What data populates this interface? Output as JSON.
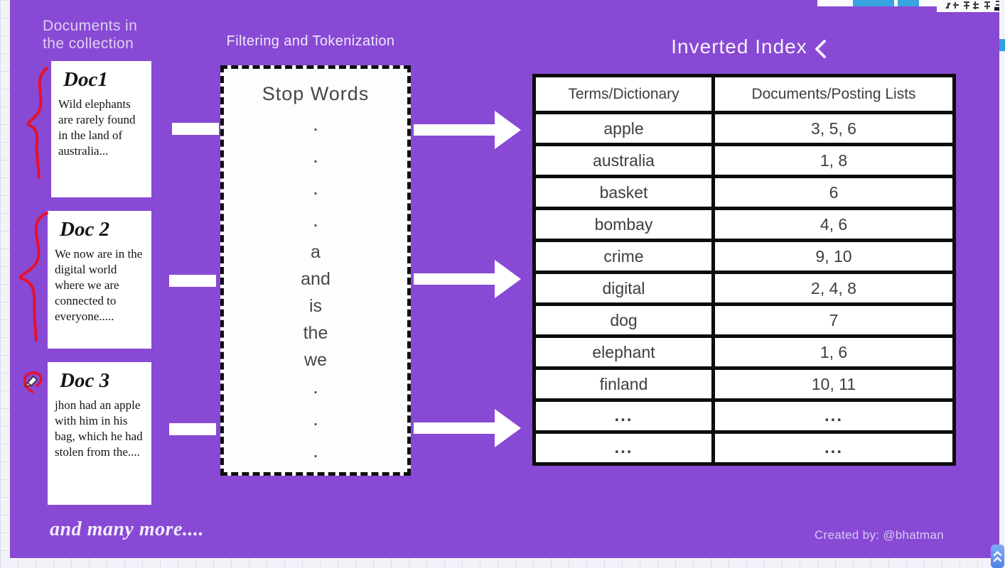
{
  "colors": {
    "slide_background": "#8849d4",
    "annotation_red": "#e8102a",
    "table_text": "#3e3e3e",
    "light_heading_text": "#dcd1f2",
    "background_tab_blue": "#38a3e0",
    "scroll_button_blue": "#5e97ea"
  },
  "left_panel": {
    "heading_line1": "Documents in",
    "heading_line2": "the collection",
    "docs": [
      {
        "title": "Doc1",
        "body": "Wild elephants are rarely found in the land of australia..."
      },
      {
        "title": "Doc 2",
        "body": "We now are in the digital world where we are connected to everyone....."
      },
      {
        "title": "Doc 3",
        "body": "jhon had an apple with him in his bag, which he had stolen from the...."
      }
    ],
    "footer_note": "and many more...."
  },
  "pipeline": {
    "heading": "Filtering and Tokenization",
    "box_title": "Stop Words",
    "box_items": [
      ".",
      ".",
      ".",
      ".",
      "a",
      "and",
      "is",
      "the",
      "we",
      ".",
      ".",
      "."
    ]
  },
  "inverted_index": {
    "heading": "Inverted Index",
    "table": {
      "col_headers": [
        "Terms/Dictionary",
        "Documents/Posting Lists"
      ],
      "rows": [
        [
          "apple",
          "3, 5, 6"
        ],
        [
          "australia",
          "1, 8"
        ],
        [
          "basket",
          "6"
        ],
        [
          "bombay",
          "4, 6"
        ],
        [
          "crime",
          "9, 10"
        ],
        [
          "digital",
          "2, 4, 8"
        ],
        [
          "dog",
          "7"
        ],
        [
          "elephant",
          "1, 6"
        ],
        [
          "finland",
          "10, 11"
        ],
        [
          "...",
          "..."
        ],
        [
          "...",
          "..."
        ]
      ]
    }
  },
  "credit": "Created by: @bhatman"
}
